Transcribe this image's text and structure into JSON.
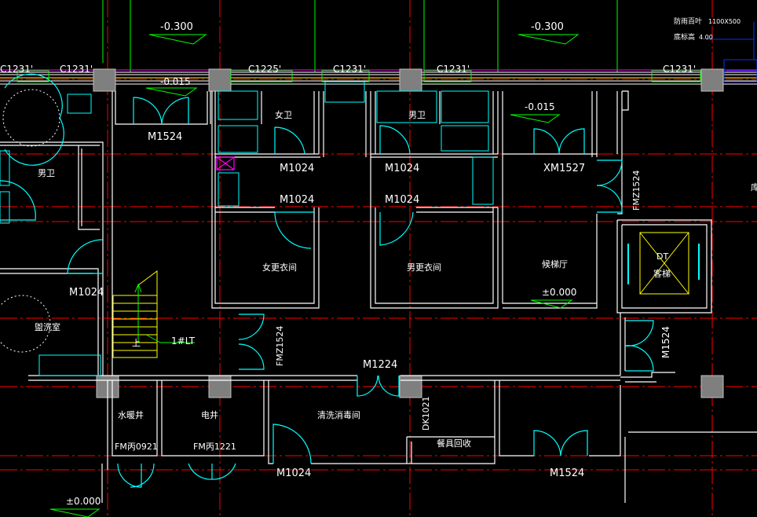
{
  "colors": {
    "background": "#000000",
    "axis_red": "#ff0000",
    "axis_green": "#00ff00",
    "wall": "#ffffff",
    "door_window": "#00ffff",
    "fixture": "#00ffff",
    "column_fill": "#7f7f7f",
    "window_band": "#ff00ff",
    "stair": "#ffff00",
    "blue": "#0033ff",
    "text_white": "#ffffff",
    "text_yellow": "#ffff00"
  },
  "elevations": {
    "top_left": "-0.300",
    "top_right": "-0.300",
    "corridor": "-0.015",
    "lobby_step": "-0.015",
    "lobby": "±0.000",
    "bottom_left": "±0.000"
  },
  "windows": {
    "w1": "C1231'",
    "w2": "C1231'",
    "w3": "C1225'",
    "w4": "C1231'",
    "w5": "C1231'",
    "w6": "C1231'"
  },
  "doors": {
    "d_m1524_top": "M1524",
    "d_m1024_women_wc": "M1024",
    "d_m1024_men_wc": "M1024",
    "d_xm1527": "XM1527",
    "d_m1024_women_locker": "M1024",
    "d_m1024_men_locker": "M1024",
    "d_fmz1524_right": "FMZ1524",
    "d_m1024_left": "M1024",
    "d_fmz1524_mid": "FMZ1524",
    "d_m1224": "M1224",
    "d_m1524_right": "M1524",
    "d_dk1021": "DK1021",
    "d_fm0921": "FM丙0921",
    "d_fm1221": "FM丙1221",
    "d_m1024_bottom": "M1024",
    "d_m1524_bottom": "M1524"
  },
  "rooms": {
    "women_wc": "女卫",
    "men_wc": "男卫",
    "men_wc_left": "男卫",
    "women_locker": "女更衣间",
    "men_locker": "男更衣间",
    "elevator_hall": "候梯厅",
    "elevator_code": "DT",
    "elevator": "客梯",
    "washroom": "盥洗室",
    "stair_up": "上",
    "stair_id": "1#LT",
    "water_shaft": "水暖井",
    "electric_shaft": "电井",
    "dish_wash": "清洗消毒间",
    "tableware_return": "餐具回收",
    "edge_char": "库"
  },
  "notes": {
    "louver_label": "防雨百叶",
    "louver_size": "1100X500",
    "louver_sill_label": "底标高",
    "louver_sill_value": "4.00"
  }
}
